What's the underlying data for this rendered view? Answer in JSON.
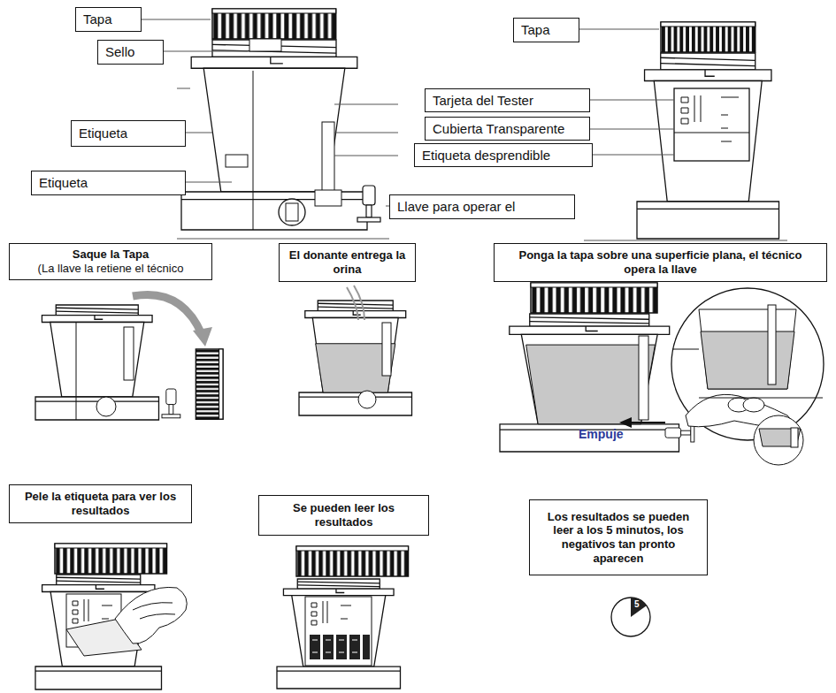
{
  "diagram": {
    "nodes": [
      {
        "text": [
          "Tapa"
        ]
      },
      {
        "text": [
          "Sello"
        ]
      },
      {
        "text": [
          "Etiqueta"
        ]
      },
      {
        "text": [
          "Etiqueta"
        ]
      },
      {
        "text": [
          "Llave para operar el"
        ]
      },
      {
        "text": [
          "Tapa"
        ]
      },
      {
        "text": [
          "Tarjeta del Tester"
        ]
      },
      {
        "text": [
          "Cubierta Transparente"
        ]
      },
      {
        "text": [
          "Etiqueta desprendible"
        ]
      },
      {
        "text": [
          "Saque la Tapa",
          "(La llave la retiene el técnico"
        ]
      },
      {
        "text": [
          "El donante entrega la orina"
        ]
      },
      {
        "text": [
          "Ponga la tapa sobre una superficie plana, el técnico opera la llave"
        ]
      },
      {
        "text": [
          "Pele la etiqueta para ver los resultados"
        ]
      },
      {
        "text": [
          "Se pueden leer los resultados"
        ]
      },
      {
        "text": [
          "Los resultados se pueden leer a los 5 minutos, los negativos tan pronto aparecen"
        ]
      }
    ],
    "labels": [
      "Empuje",
      "5"
    ]
  }
}
